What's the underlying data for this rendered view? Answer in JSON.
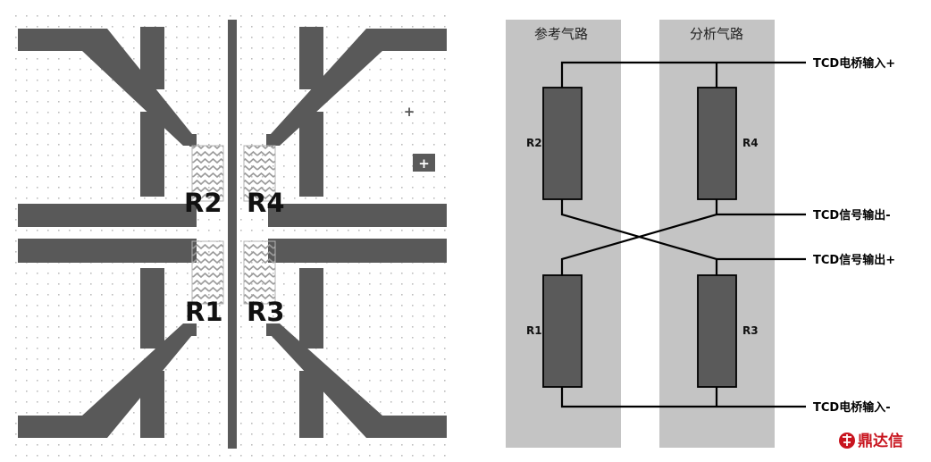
{
  "layout_panel": {
    "labels": {
      "r2": "R2",
      "r4": "R4",
      "r1": "R1",
      "r3": "R3"
    },
    "marker_plus": "+"
  },
  "schematic": {
    "column_titles": {
      "reference": "参考气路",
      "analysis": "分析气路"
    },
    "resistors": {
      "r1": "R1",
      "r2": "R2",
      "r3": "R3",
      "r4": "R4"
    },
    "terminals": {
      "bridge_in_plus": "TCD电桥输入+",
      "signal_out_minus": "TCD信号输出-",
      "signal_out_plus": "TCD信号输出+",
      "bridge_in_minus": "TCD电桥输入-"
    }
  },
  "logo": {
    "text": "鼎达信",
    "color": "#c8141e"
  },
  "colors": {
    "trace": "#595959",
    "resistor": "#5a5a5a",
    "channel": "#c4c4c4",
    "wire": "#000000"
  }
}
